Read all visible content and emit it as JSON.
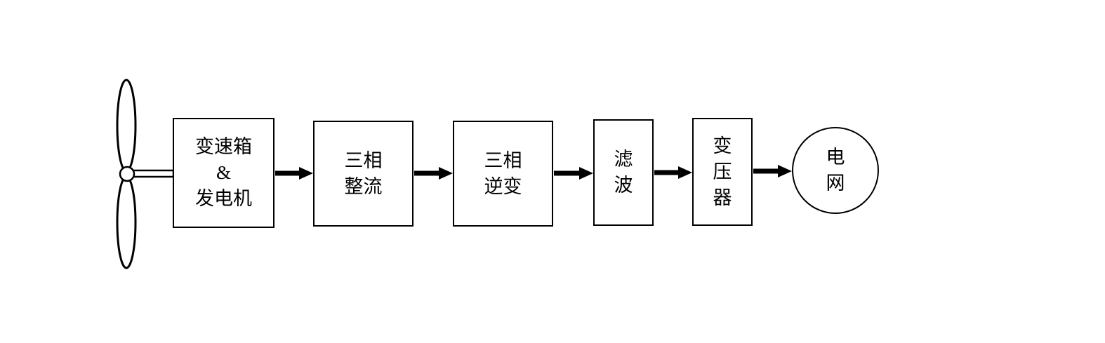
{
  "diagram": {
    "type": "flow",
    "direction": "left-to-right",
    "colors": {
      "stroke": "#000000",
      "fill": "#ffffff"
    },
    "icon": {
      "name": "wind-turbine-icon"
    },
    "nodes": [
      {
        "id": "gearbox-generator",
        "shape": "box",
        "lines": [
          "变速箱",
          "&",
          "发电机"
        ]
      },
      {
        "id": "three-phase-rectifier",
        "shape": "box",
        "lines": [
          "三相",
          "整流"
        ]
      },
      {
        "id": "three-phase-inverter",
        "shape": "box",
        "lines": [
          "三相",
          "逆变"
        ]
      },
      {
        "id": "filter",
        "shape": "box",
        "lines": [
          "滤",
          "波"
        ]
      },
      {
        "id": "transformer",
        "shape": "box",
        "lines": [
          "变",
          "压",
          "器"
        ]
      },
      {
        "id": "power-grid",
        "shape": "circle",
        "lines": [
          "电",
          "网"
        ]
      }
    ],
    "edges": [
      {
        "from": "wind-turbine",
        "to": "gearbox-generator",
        "style": "shaft"
      },
      {
        "from": "gearbox-generator",
        "to": "three-phase-rectifier",
        "style": "arrow"
      },
      {
        "from": "three-phase-rectifier",
        "to": "three-phase-inverter",
        "style": "arrow"
      },
      {
        "from": "three-phase-inverter",
        "to": "filter",
        "style": "arrow"
      },
      {
        "from": "filter",
        "to": "transformer",
        "style": "arrow"
      },
      {
        "from": "transformer",
        "to": "power-grid",
        "style": "arrow"
      }
    ]
  }
}
